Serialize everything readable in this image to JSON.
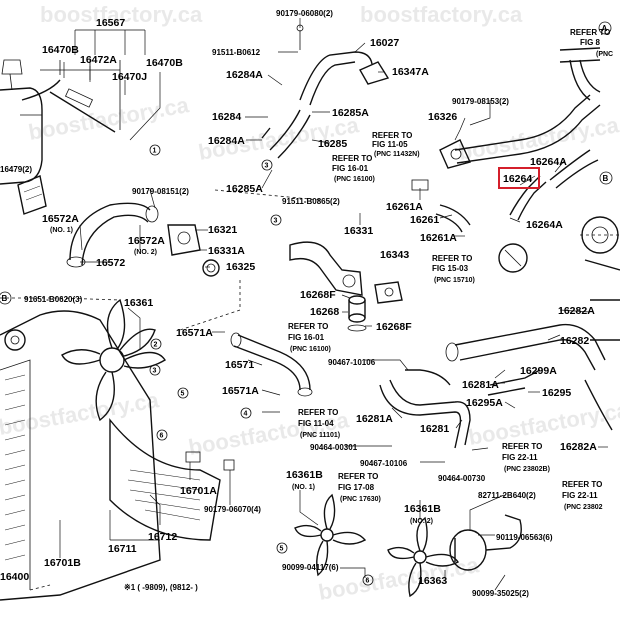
{
  "watermark": "boostfactory.ca",
  "labels": {
    "p16567": "16567",
    "p90179_06080": "90179-06080(2)",
    "p16027": "16027",
    "p91511_B0612": "91511-B0612",
    "p16470B_a": "16470B",
    "p16472A": "16472A",
    "p16470J": "16470J",
    "p16470B_b": "16470B",
    "p16284A_a": "16284A",
    "p16347A": "16347A",
    "refer_fig_top_a": "REFER TO",
    "refer_fig_top_b": "FIG 8",
    "refer_fig_top_c": "(PNC",
    "p90179_08153": "90179-08153(2)",
    "p16284": "16284",
    "p16285A_a": "16285A",
    "p16326": "16326",
    "p16284A_b": "16284A",
    "p16285": "16285",
    "refer_1105_a": "REFER TO",
    "refer_1105_b": "FIG 11-05",
    "refer_1105_c": "(PNC 11432N)",
    "refer_1601a_a": "REFER TO",
    "refer_1601a_b": "FIG 16-01",
    "refer_1601a_c": "(PNC 16100)",
    "p16264A_a": "16264A",
    "p16479": "16479(2)",
    "p16285A_b": "16285A",
    "p16264": "16264",
    "p91511_B0865": "91511-B0865(2)",
    "p16261A_a": "16261A",
    "p90179_08151": "90179-08151(2)",
    "p16572A_a": "16572A",
    "p16572A_a_note": "(NO. 1)",
    "p16321": "16321",
    "p16261": "16261",
    "p16264A_b": "16264A",
    "p16331": "16331",
    "p16261A_b": "16261A",
    "p16572A_b": "16572A",
    "p16572A_b_note": "(NO. 2)",
    "p16331A": "16331A",
    "p16572": "16572",
    "p16325": "16325",
    "p16343": "16343",
    "refer_1503_a": "REFER TO",
    "refer_1503_b": "FIG 15-03",
    "refer_1503_c": "(PNC 15710)",
    "p91651_B0620": "91651-B0620(3)",
    "p16361": "16361",
    "p16268F_a": "16268F",
    "p16268": "16268",
    "p16282A": "16282A",
    "p16571A_a": "16571A",
    "p16268F_b": "16268F",
    "p16282": "16282",
    "refer_1601b_a": "REFER TO",
    "refer_1601b_b": "FIG 16-01",
    "refer_1601b_c": "(PNC 16100)",
    "p90467_10106_a": "90467-10106",
    "p16571": "16571",
    "p16299A": "16299A",
    "p16281A_a": "16281A",
    "p16295": "16295",
    "p16571A_b": "16571A",
    "p16295A": "16295A",
    "refer_1104_a": "REFER TO",
    "refer_1104_b": "FIG 11-04",
    "refer_1104_c": "(PNC 11101)",
    "p16281A_b": "16281A",
    "p16281": "16281",
    "p90464_00301": "90464-00301",
    "refer_2211a_a": "REFER TO",
    "refer_2211a_b": "FIG 22-11",
    "refer_2211a_c": "(PNC 23802B)",
    "p16282A_b": "16282A",
    "p90467_10106_b": "90467-10106",
    "p90464_00730": "90464-00730",
    "p16361B_a": "16361B",
    "p16361B_a_note": "(NO. 1)",
    "refer_1708_a": "REFER TO",
    "refer_1708_b": "FIG 17-08",
    "refer_1708_c": "(PNC 17630)",
    "p82711_2B640": "82711-2B640(2)",
    "refer_2211b_a": "REFER TO",
    "refer_2211b_b": "FIG 22-11",
    "refer_2211b_c": "(PNC 23802",
    "p16701A": "16701A",
    "p90179_06070": "90179-06070(4)",
    "p16712": "16712",
    "p16361B_b": "16361B",
    "p16361B_b_note": "(NO. 2)",
    "p90119_06563": "90119-06563(6)",
    "p16701B": "16701B",
    "p16711": "16711",
    "p90099_04117": "90099-04117(6)",
    "p16363": "16363",
    "p90099_35025": "90099-35025(2)",
    "p16400": "16400",
    "footnote": "※1 (    -9809), (9812-    )"
  },
  "callouts": [
    "1",
    "2",
    "3",
    "4",
    "5",
    "6",
    "A",
    "B"
  ],
  "highlight": {
    "target": "16264",
    "color": "#d41f2b"
  }
}
